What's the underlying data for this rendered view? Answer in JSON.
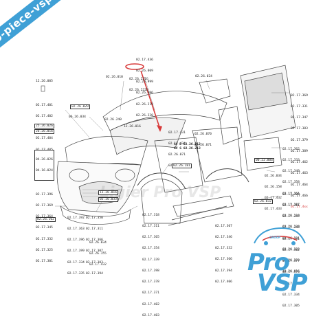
{
  "banner": {
    "text": "pro-piece-vsp.com",
    "color": "#3fa0d6"
  },
  "watermark": {
    "text": "Ligier Pro VSP"
  },
  "logo": {
    "group": "GROUP",
    "line1": "Pro",
    "line2": "VSP",
    "color": "#3fa0d6",
    "accent": "#d83a3a"
  },
  "labels": {
    "top_center": [
      "02.17.436",
      "02.26.009",
      "02.26.999",
      "02.26.996",
      "02.26.219",
      "02.26.220"
    ],
    "top_center_left": [
      "02.26.221G",
      "02.26.222D"
    ],
    "hood_left": "02.26.010",
    "roof_right": "02.26.024",
    "far_left_small": "12.26.005",
    "left_col_a": [
      "02.17.401",
      "02.17.402",
      "02.17.403",
      "02.17.404",
      "02.17.405",
      "02.17.406",
      "02.17.407"
    ],
    "left_box_a": "25.26.026",
    "left_box_b": "26.26.016",
    "left_box_c": [
      "04.26.026",
      "04.16.024"
    ],
    "grille_top": "02.26.029",
    "grille_mid": "06.26.034",
    "headlight": "02.26.240",
    "hood_small": "12.26.016",
    "bumper_col": [
      "02.17.396",
      "02.17.369",
      "02.17.364",
      "02.17.345",
      "02.17.332",
      "02.17.325",
      "02.17.301"
    ],
    "bumper_box": "02.26.162",
    "front_box": "11.26.016",
    "front_box2": "02.26.033",
    "lower_col_a": [
      "02.17.392",
      "02.17.363",
      "02.17.396",
      "02.17.399",
      "02.17.334",
      "02.17.335"
    ],
    "lower_col_b": [
      "02.17.350",
      "02.17.311",
      "02.17.366",
      "02.17.307",
      "02.17.303",
      "02.17.394"
    ],
    "lower_col_c": [
      "02.26.034",
      "02.26.155",
      "02.17.432"
    ],
    "mid_col": [
      "02.17.318",
      "02.17.311",
      "02.17.365",
      "02.17.354",
      "02.17.339",
      "02.17.398",
      "02.17.378",
      "02.17.371",
      "02.17.402",
      "02.17.403"
    ],
    "door_col": [
      "02.17.431",
      "02.17.434",
      "02.26.071",
      "02.17.432"
    ],
    "door_box_a": "AV D 02.26.212",
    "door_box_b": "AV G 02.26.213",
    "side_right_a": [
      "02.26.070",
      "02.26.071"
    ],
    "side_box": "02.26.181",
    "sill_col": [
      "02.17.307",
      "02.17.346",
      "02.17.332",
      "02.17.366",
      "02.17.394",
      "02.17.406"
    ],
    "right_col_top": [
      "02.17.369",
      "02.17.331",
      "02.17.347",
      "02.17.383",
      "02.17.379",
      "02.17.389",
      "02.17.462",
      "02.17.463",
      "02.17.464",
      "02.17.466",
      "02.17.4xx"
    ],
    "right_col_mid": [
      "02.17.362",
      "02.17.333",
      "02.17.349",
      "02.17.358",
      "02.17.361",
      "02.17.387",
      "02.26.219",
      "02.26.229",
      "02.26.231",
      "02.26.222",
      "02.26.223",
      "10.26.016"
    ],
    "right_box_mid": "00.22.006",
    "right_col_mid2": [
      "02.26.034",
      "02.26.158",
      "02.17.432",
      "02.17.433"
    ],
    "right_col_low": [
      "02.17.329",
      "02.17.311",
      "02.17.345",
      "02.17.346",
      "02.17.361",
      "02.17.362",
      "02.17.377",
      "02.17.376",
      "02.17.363",
      "02.17.334",
      "02.17.305"
    ],
    "right_box_low": "02.26.032"
  }
}
